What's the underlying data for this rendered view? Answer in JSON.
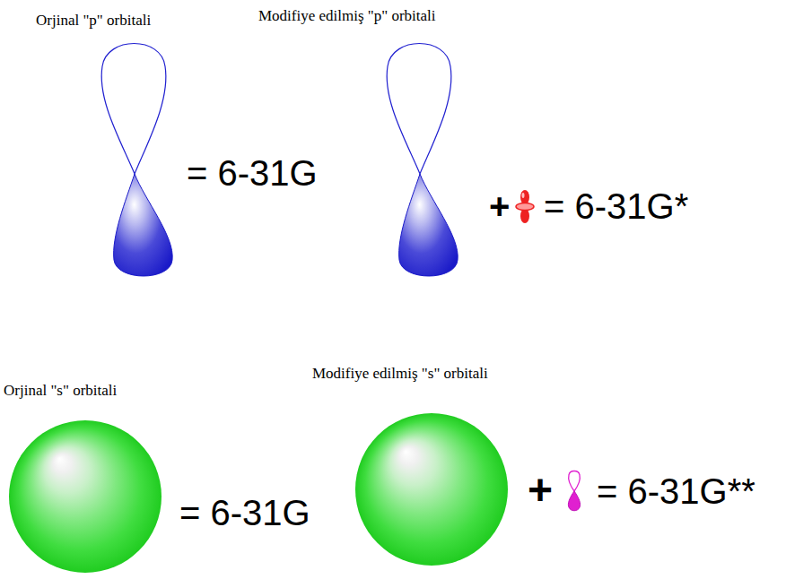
{
  "diagram": {
    "labels": [
      "Orjinal \"p\" orbitali",
      "Modifiye edilmiş \"p\" orbitali",
      "= 6-31G",
      "+",
      "= 6-31G*",
      "Orjinal \"s\" orbitali",
      "Modifiye edilmiş \"s\" orbitali",
      "= 6-31G",
      "+",
      "= 6-31G**"
    ]
  }
}
